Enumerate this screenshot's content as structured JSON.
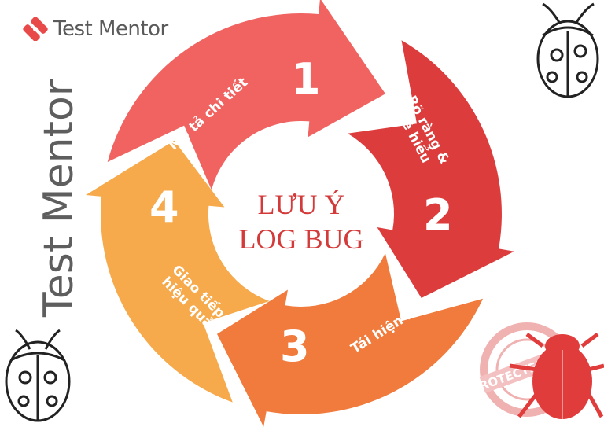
{
  "logo": {
    "text": "Test Mentor",
    "color": "#e84a4a"
  },
  "center": {
    "line1": "LƯU Ý",
    "line2": "LOG BUG"
  },
  "steps": [
    {
      "number": "1",
      "label": "Mô tả chi tiết",
      "color": "#f06360"
    },
    {
      "number": "2",
      "label": "Rõ ràng &\ndễ hiểu",
      "color": "#dc3c3c"
    },
    {
      "number": "3",
      "label": "Tái hiện lỗi",
      "color": "#f07b3c"
    },
    {
      "number": "4",
      "label": "Giao tiếp\nhiệu quả",
      "color": "#f6aa4c"
    }
  ],
  "watermark": "Test Mentor",
  "stamp": {
    "text": "PROTECTED IMAGE"
  }
}
